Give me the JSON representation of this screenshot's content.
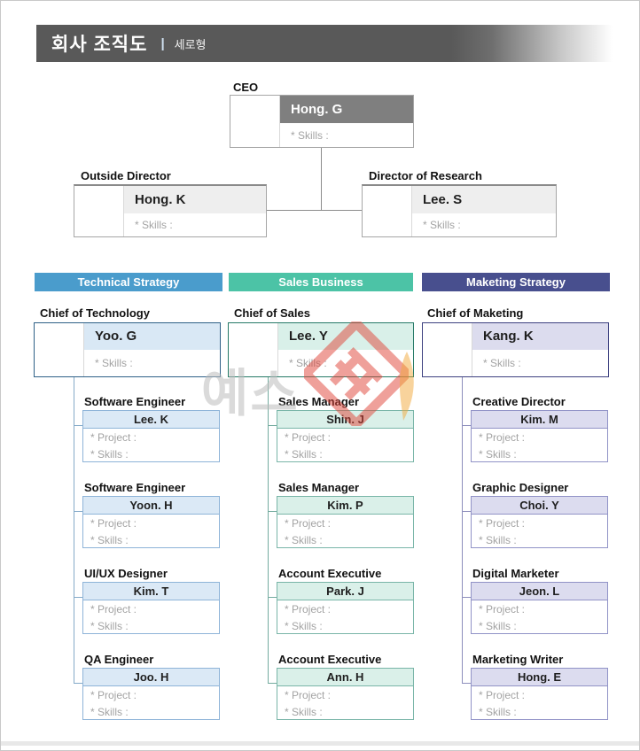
{
  "header": {
    "title": "회사 조직도",
    "separator": "|",
    "subtitle": "세로형",
    "bar_color": "#595959"
  },
  "labels": {
    "skills": "* Skills :",
    "project": "* Project :"
  },
  "ceo": {
    "label": "CEO",
    "name": "Hong. G"
  },
  "directors": [
    {
      "label": "Outside Director",
      "name": "Hong. K"
    },
    {
      "label": "Director of Research",
      "name": "Lee. S"
    }
  ],
  "columns": [
    {
      "header": "Technical Strategy",
      "accent": "#4a9ccc",
      "light": "#dbe9f6",
      "border": "#2e6087",
      "chief": {
        "label": "Chief of Technology",
        "name": "Yoo. G"
      },
      "members": [
        {
          "title": "Software Engineer",
          "name": "Lee. K"
        },
        {
          "title": "Software Engineer",
          "name": "Yoon. H"
        },
        {
          "title": "UI/UX Designer",
          "name": "Kim. T"
        },
        {
          "title": "QA Engineer",
          "name": "Joo. H"
        }
      ]
    },
    {
      "header": "Sales Business",
      "accent": "#4cc3a6",
      "light": "#daf0e9",
      "border": "#267a67",
      "chief": {
        "label": "Chief of Sales",
        "name": "Lee. Y"
      },
      "members": [
        {
          "title": "Sales Manager",
          "name": "Shin. J"
        },
        {
          "title": "Sales Manager",
          "name": "Kim. P"
        },
        {
          "title": "Account Executive",
          "name": "Park. J"
        },
        {
          "title": "Account Executive",
          "name": "Ann. H"
        }
      ]
    },
    {
      "header": "Maketing Strategy",
      "accent": "#484f8e",
      "light": "#dcdcef",
      "border": "#3d4180",
      "chief": {
        "label": "Chief of Maketing",
        "name": "Kang. K"
      },
      "members": [
        {
          "title": "Creative Director",
          "name": "Kim. M"
        },
        {
          "title": "Graphic Designer",
          "name": "Choi. Y"
        },
        {
          "title": "Digital Marketer",
          "name": "Jeon. L"
        },
        {
          "title": "Marketing Writer",
          "name": "Hong. E"
        }
      ]
    }
  ],
  "watermark": {
    "text": "예스",
    "stamp_color": "#e04438",
    "feather_color": "#f2a93b"
  }
}
